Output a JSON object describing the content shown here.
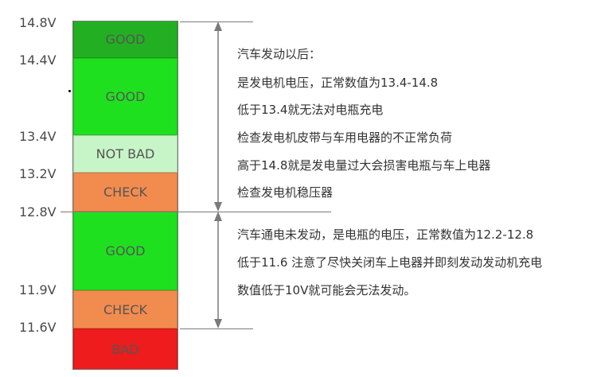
{
  "voltages": {
    "v148": "14.8V",
    "v144": "14.4V",
    "v134": "13.4V",
    "v132": "13.2V",
    "v128": "12.8V",
    "v119": "11.9V",
    "v116": "11.6V"
  },
  "segments": {
    "good_top": "GOOD",
    "good_main": "GOOD",
    "not_bad": "NOT BAD",
    "check_upper": "CHECK",
    "good_lower": "GOOD",
    "check_lower": "CHECK",
    "bad": "BAD"
  },
  "colors": {
    "dark_green": "#22b022",
    "bright_green": "#1fe01f",
    "light_green": "#c8f5c8",
    "orange": "#f28c4e",
    "red": "#ee1c1c",
    "line_gray": "#7a7a7a"
  },
  "engine_running": {
    "lines": [
      "汽车发动以后：",
      "是发电机电压，正常数值为13.4-14.8",
      "低于13.4就无法对电瓶充电",
      "检查发电机皮带与车用电器的不正常负荷",
      "高于14.8就是发电量过大会损害电瓶与车上电器",
      "检查发电机稳压器"
    ]
  },
  "engine_off": {
    "lines": [
      "汽车通电未发动，是电瓶的电压，正常数值为12.2-12.8",
      "低于11.6 注意了尽快关闭车上电器并即刻发动发动机充电",
      "数值低于10V就可能会无法发动。"
    ]
  }
}
